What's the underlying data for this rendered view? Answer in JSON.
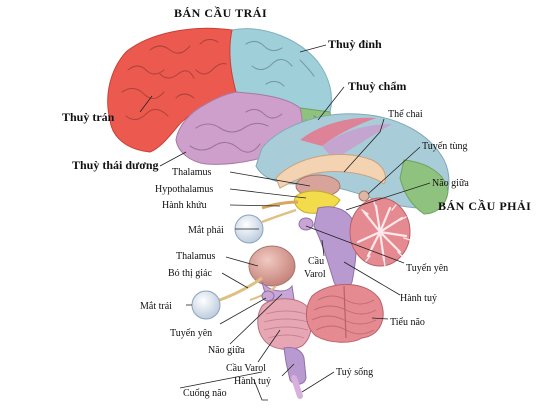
{
  "titles": {
    "left_hemisphere": "BÁN CẦU TRÁI",
    "right_hemisphere": "BÁN CẦU PHẢI"
  },
  "labels": {
    "frontal_lobe": "Thuỳ trán",
    "parietal_lobe": "Thuỳ đỉnh",
    "occipital_lobe": "Thuỳ chẩm",
    "temporal_lobe": "Thuỳ thái dương",
    "corpus_callosum": "Thể chai",
    "pineal_gland": "Tuyến tùng",
    "midbrain_top": "Não giữa",
    "thalamus_top": "Thalamus",
    "hypothalamus": "Hypothalamus",
    "olfactory_bulb": "Hành khứu",
    "right_eye": "Mắt phải",
    "pons_mid_1": "Cầu",
    "pons_mid_2": "Varol",
    "pituitary_right": "Tuyến yên",
    "medulla_right": "Hành tuỷ",
    "cerebellum": "Tiểu não",
    "thalamus_bottom": "Thalamus",
    "optic_tract": "Bó thị giác",
    "left_eye": "Mắt trái",
    "pituitary_bottom": "Tuyến yên",
    "midbrain_bottom": "Não giữa",
    "pons_bottom": "Cầu Varol",
    "medulla_bottom": "Hành tuỷ",
    "spinal_cord": "Tuỷ sống",
    "brain_stem": "Cuống não"
  },
  "colors": {
    "frontal": "#ec5a4f",
    "parietal": "#9fcfd9",
    "occipital": "#8fc27f",
    "temporal": "#cf9fcb",
    "stem": "#b99ad0",
    "cerebellum": "#e58a90",
    "thalamus": "#d7a39a",
    "corpus": "#f4d3b2",
    "hypothalamus": "#f3dc4c",
    "eye": "#e4edf6"
  }
}
